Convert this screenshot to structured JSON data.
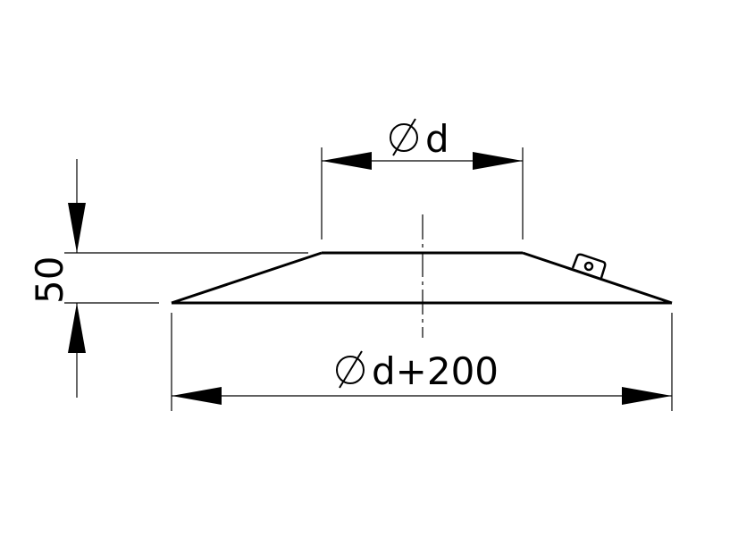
{
  "drawing": {
    "top_diameter_label": "d",
    "bottom_diameter_label": "d+200",
    "height_label": "50",
    "diameter_symbol": "⌀",
    "line_color": "#000000",
    "background": "#ffffff"
  }
}
